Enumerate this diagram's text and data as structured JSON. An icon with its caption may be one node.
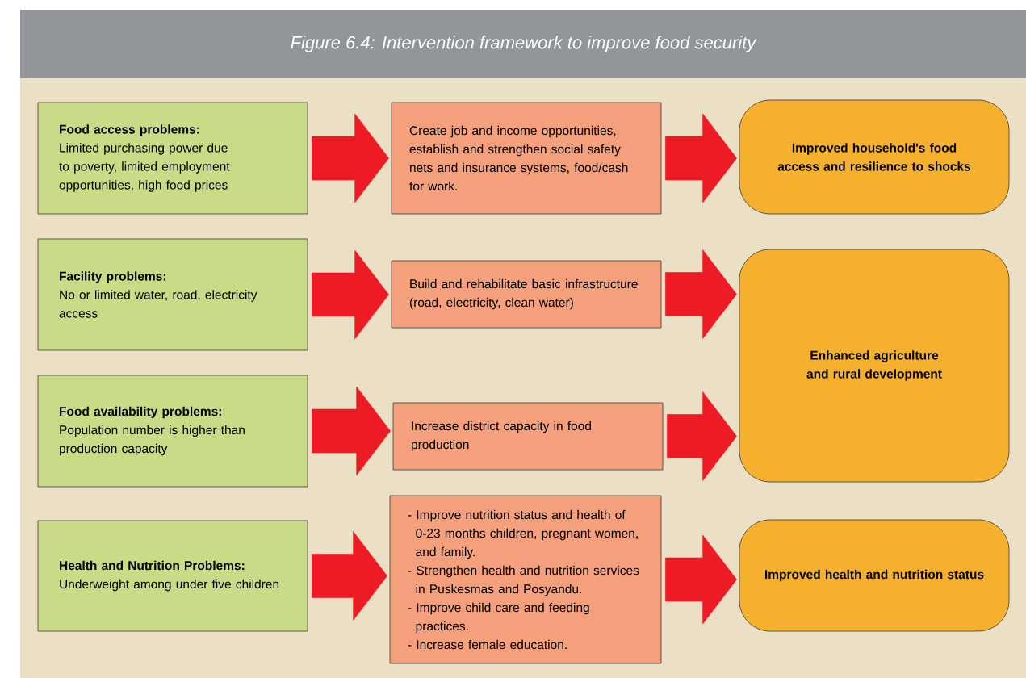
{
  "diagram": {
    "title": "Figure 6.4:  Intervention framework to improve food security",
    "nodes": [
      {
        "text": [
          "Food access problems:",
          "Limited purchasing power due to poverty, limited employment opportunities, high food prices"
        ]
      },
      {
        "text": [
          "Facility problems:",
          "No or limited water, road, electricity access"
        ]
      },
      {
        "text": [
          "Food availability problems:",
          "Population number is higher than production capacity"
        ]
      },
      {
        "text": [
          "Health and Nutrition Problems:",
          "Underweight among under five children"
        ]
      },
      {
        "text": [
          "Create job and income  opportunities, establish and strengthen social safety nets and insurance systems, food/cash for work."
        ]
      },
      {
        "text": [
          "Build and rehabilitate basic infrastructure (road, electricity, clean water)"
        ]
      },
      {
        "text": [
          "Increase district capacity in food production"
        ]
      },
      {
        "text": [
          "- Improve nutrition status and health of 0-23 months children, pregnant women, and family.",
          "- Strengthen health and nutrition services in Puskesmas and Posyandu.",
          "- Improve child care and feeding practices.",
          "- Increase female education."
        ]
      },
      {
        "text": [
          "Improved household's food access and resilience to shocks"
        ]
      },
      {
        "text": [
          "Enhanced agriculture and rural development"
        ]
      },
      {
        "text": [
          "Improved health and nutrition status"
        ]
      }
    ],
    "edges": [
      {
        "from": 0,
        "to": 4,
        "arrow": "to"
      },
      {
        "from": 4,
        "to": 8,
        "arrow": "to"
      },
      {
        "from": 1,
        "to": 5,
        "arrow": "to"
      },
      {
        "from": 5,
        "to": 9,
        "arrow": "to"
      },
      {
        "from": 2,
        "to": 6,
        "arrow": "to"
      },
      {
        "from": 6,
        "to": 9,
        "arrow": "to"
      },
      {
        "from": 3,
        "to": 7,
        "arrow": "to"
      },
      {
        "from": 7,
        "to": 10,
        "arrow": "to"
      }
    ]
  }
}
